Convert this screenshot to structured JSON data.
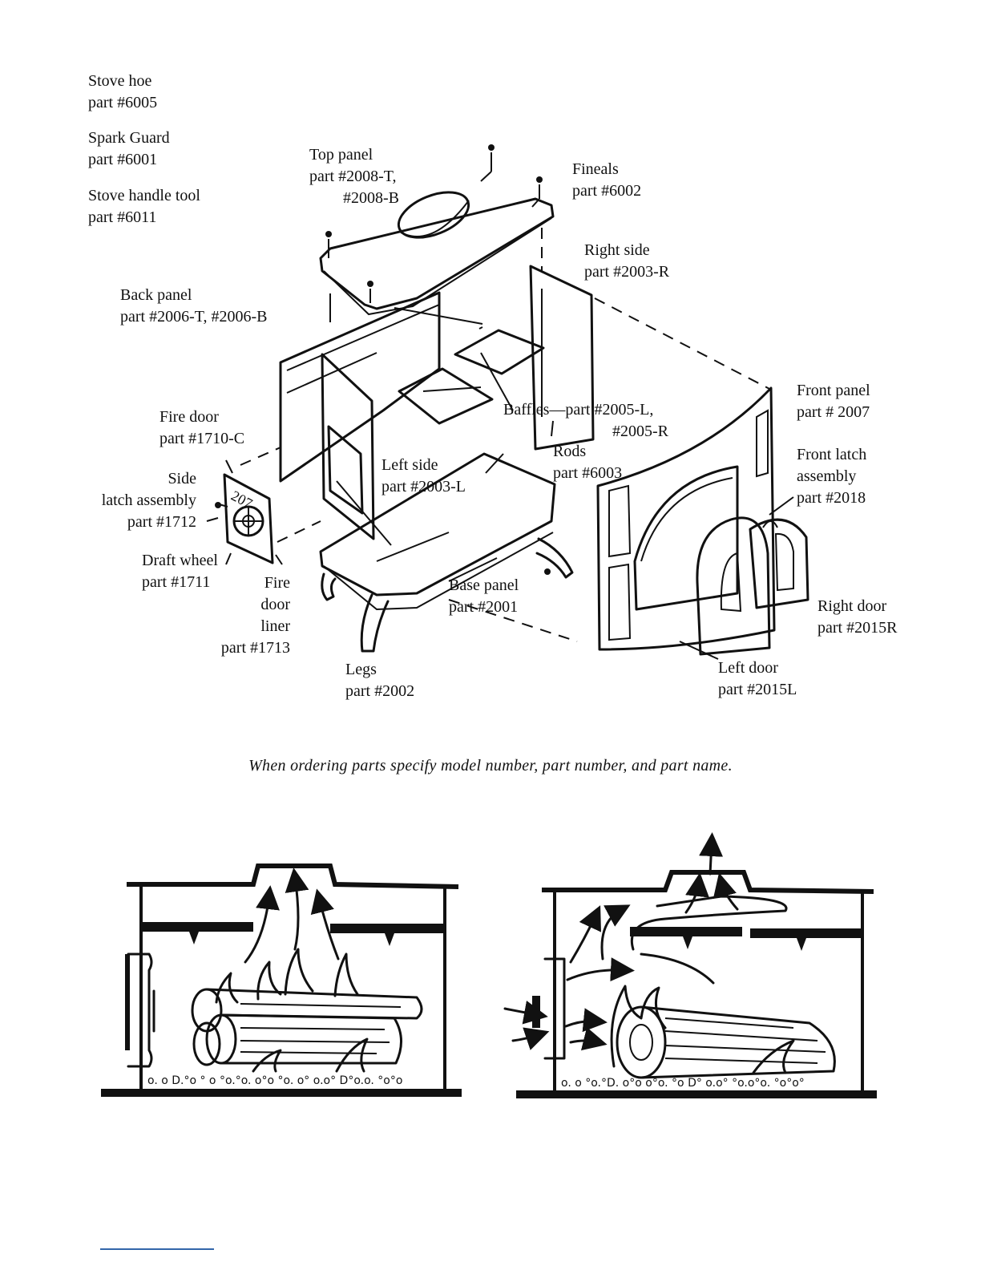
{
  "labels": {
    "stove_hoe": [
      "Stove hoe",
      "part #6005"
    ],
    "spark_guard": [
      "Spark Guard",
      "part #6001"
    ],
    "stove_handle_tool": [
      "Stove handle tool",
      "part #6011"
    ],
    "top_panel": [
      "Top panel",
      "part #2008-T,",
      "#2008-B"
    ],
    "fineals": [
      "Fineals",
      "part #6002"
    ],
    "right_side": [
      "Right side",
      "part #2003-R"
    ],
    "back_panel": [
      "Back panel",
      "part #2006-T, #2006-B"
    ],
    "front_panel": [
      "Front panel",
      "part # 2007"
    ],
    "baffles": [
      "Baffles—part #2005-L,",
      "#2005-R"
    ],
    "fire_door": [
      "Fire door",
      "part #1710-C"
    ],
    "rods": [
      "Rods",
      "part #6003"
    ],
    "front_latch": [
      "Front latch",
      "assembly",
      "part #2018"
    ],
    "left_side": [
      "Left side",
      "part #2003-L"
    ],
    "side_latch": [
      "Side",
      "latch assembly",
      "part #1712"
    ],
    "draft_wheel": [
      "Draft wheel",
      "part #1711"
    ],
    "fire_door_liner": [
      "Fire",
      "door",
      "liner",
      "part #1713"
    ],
    "base_panel": [
      "Base panel",
      "part #2001"
    ],
    "right_door": [
      "Right door",
      "part #2015R"
    ],
    "legs": [
      "Legs",
      "part #2002"
    ],
    "left_door": [
      "Left door",
      "part #2015L"
    ]
  },
  "caption": "When ordering parts specify model number, part number, and part name.",
  "fire_door_numbers": "207"
}
